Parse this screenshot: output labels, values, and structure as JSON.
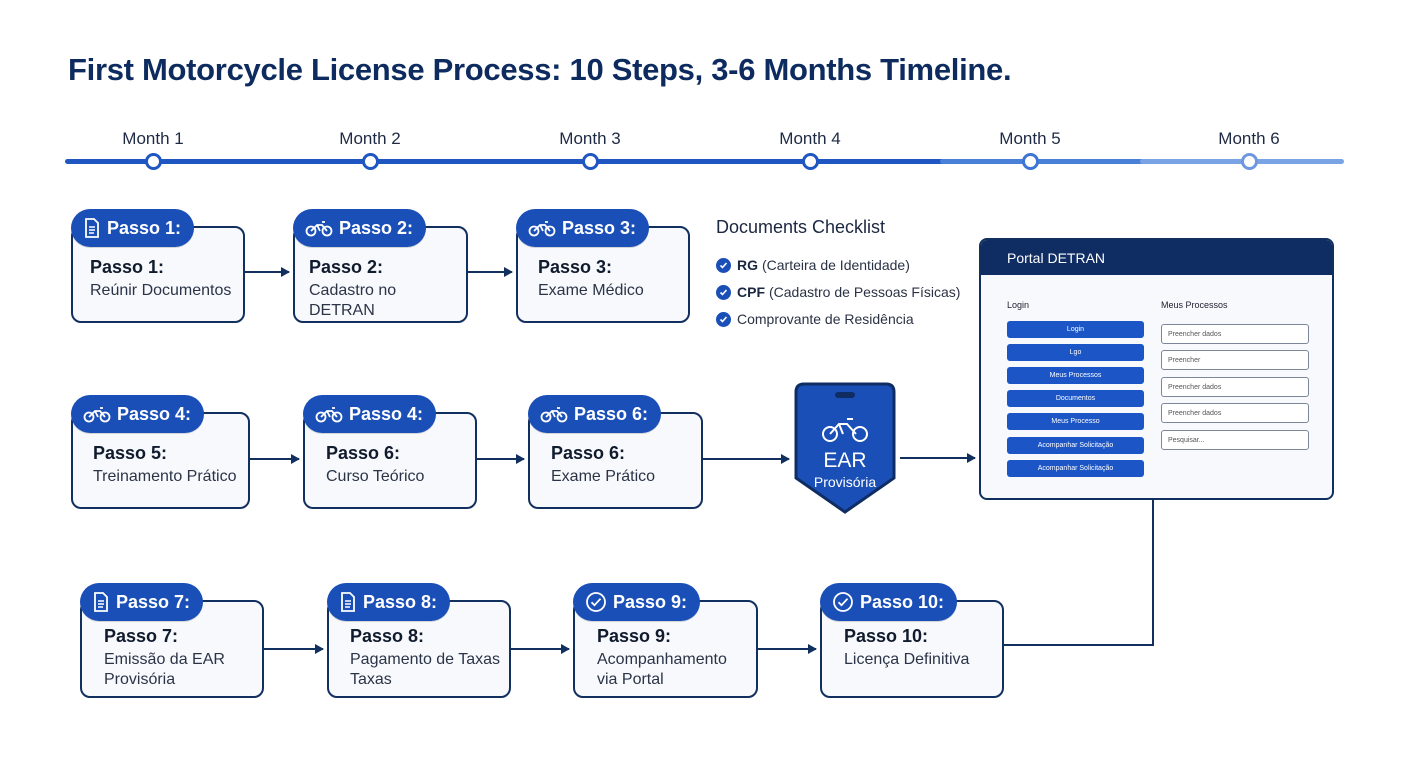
{
  "title": "First Motorcycle License Process: 10 Steps, 3-6 Months Timeline.",
  "timeline": {
    "months": [
      "Month 1",
      "Month 2",
      "Month 3",
      "Month 4",
      "Month 5",
      "Month 6"
    ]
  },
  "steps": [
    {
      "tag": "Passo 1:",
      "icon": "document-icon",
      "head": "Passo 1:",
      "desc": [
        "Reúnir Documentos"
      ]
    },
    {
      "tag": "Passo 2:",
      "icon": "motorcycle-icon",
      "head": "Passo 2:",
      "desc": [
        "Cadastro no DETRAN"
      ]
    },
    {
      "tag": "Passo 3:",
      "icon": "motorcycle-icon",
      "head": "Passo 3:",
      "desc": [
        "Exame Médico"
      ]
    },
    {
      "tag": "Passo 4:",
      "icon": "motorcycle-icon",
      "head": "Passo 5:",
      "desc": [
        "Treinamento Prático"
      ]
    },
    {
      "tag": "Passo 4:",
      "icon": "motorcycle-icon",
      "head": "Passo 6:",
      "desc": [
        "Curso Teórico"
      ]
    },
    {
      "tag": "Passo 6:",
      "icon": "motorcycle-icon",
      "head": "Passo 6:",
      "desc": [
        "Exame Prático"
      ]
    },
    {
      "tag": "Passo 7:",
      "icon": "document-icon",
      "head": "Passo 7:",
      "desc": [
        "Emissão da EAR",
        "Provisória"
      ]
    },
    {
      "tag": "Passo 8:",
      "icon": "document-icon",
      "head": "Passo 8:",
      "desc": [
        "Pagamento de Taxas",
        "Taxas"
      ]
    },
    {
      "tag": "Passo 9:",
      "icon": "check-circle-icon",
      "head": "Passo 9:",
      "desc": [
        "Acompanhamento",
        "via Portal"
      ]
    },
    {
      "tag": "Passo 10:",
      "icon": "check-circle-icon",
      "head": "Passo 10:",
      "desc": [
        "Licença Definitiva"
      ]
    }
  ],
  "checklist": {
    "title": "Documents Checklist",
    "items": [
      {
        "bold": "RG",
        "text": "(Carteira de Identidade)"
      },
      {
        "bold": "CPF",
        "text": "(Cadastro de Pessoas Físicas)"
      },
      {
        "bold": "",
        "text": "Comprovante de Residência"
      }
    ]
  },
  "badge": {
    "line1": "EAR",
    "line2": "Provisória",
    "icon": "motorcycle-icon"
  },
  "portal": {
    "title": "Portal DETRAN",
    "left_label": "Login",
    "right_label": "Meus Processos",
    "buttons": [
      "Login",
      "Lgo",
      "Meus Processos",
      "Documentos",
      "Meus Processo",
      "Acompanhar Solicitação",
      "Acompanhar Solicitação"
    ],
    "fields": [
      "Preencher dados",
      "Preencher",
      "Preencher dados",
      "Preencher dados",
      "Pesquisar..."
    ]
  },
  "colors": {
    "accent": "#1a4fb8",
    "navy": "#0f2d63",
    "border": "#12305f"
  }
}
